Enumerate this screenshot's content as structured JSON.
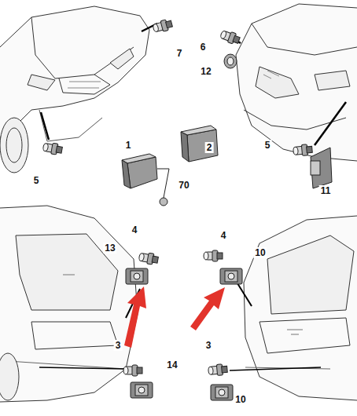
{
  "diagram": {
    "labels": [
      "7",
      "6",
      "12",
      "1",
      "2",
      "5",
      "5",
      "70",
      "11",
      "4",
      "4",
      "13",
      "10",
      "3",
      "3",
      "14",
      "10"
    ]
  }
}
